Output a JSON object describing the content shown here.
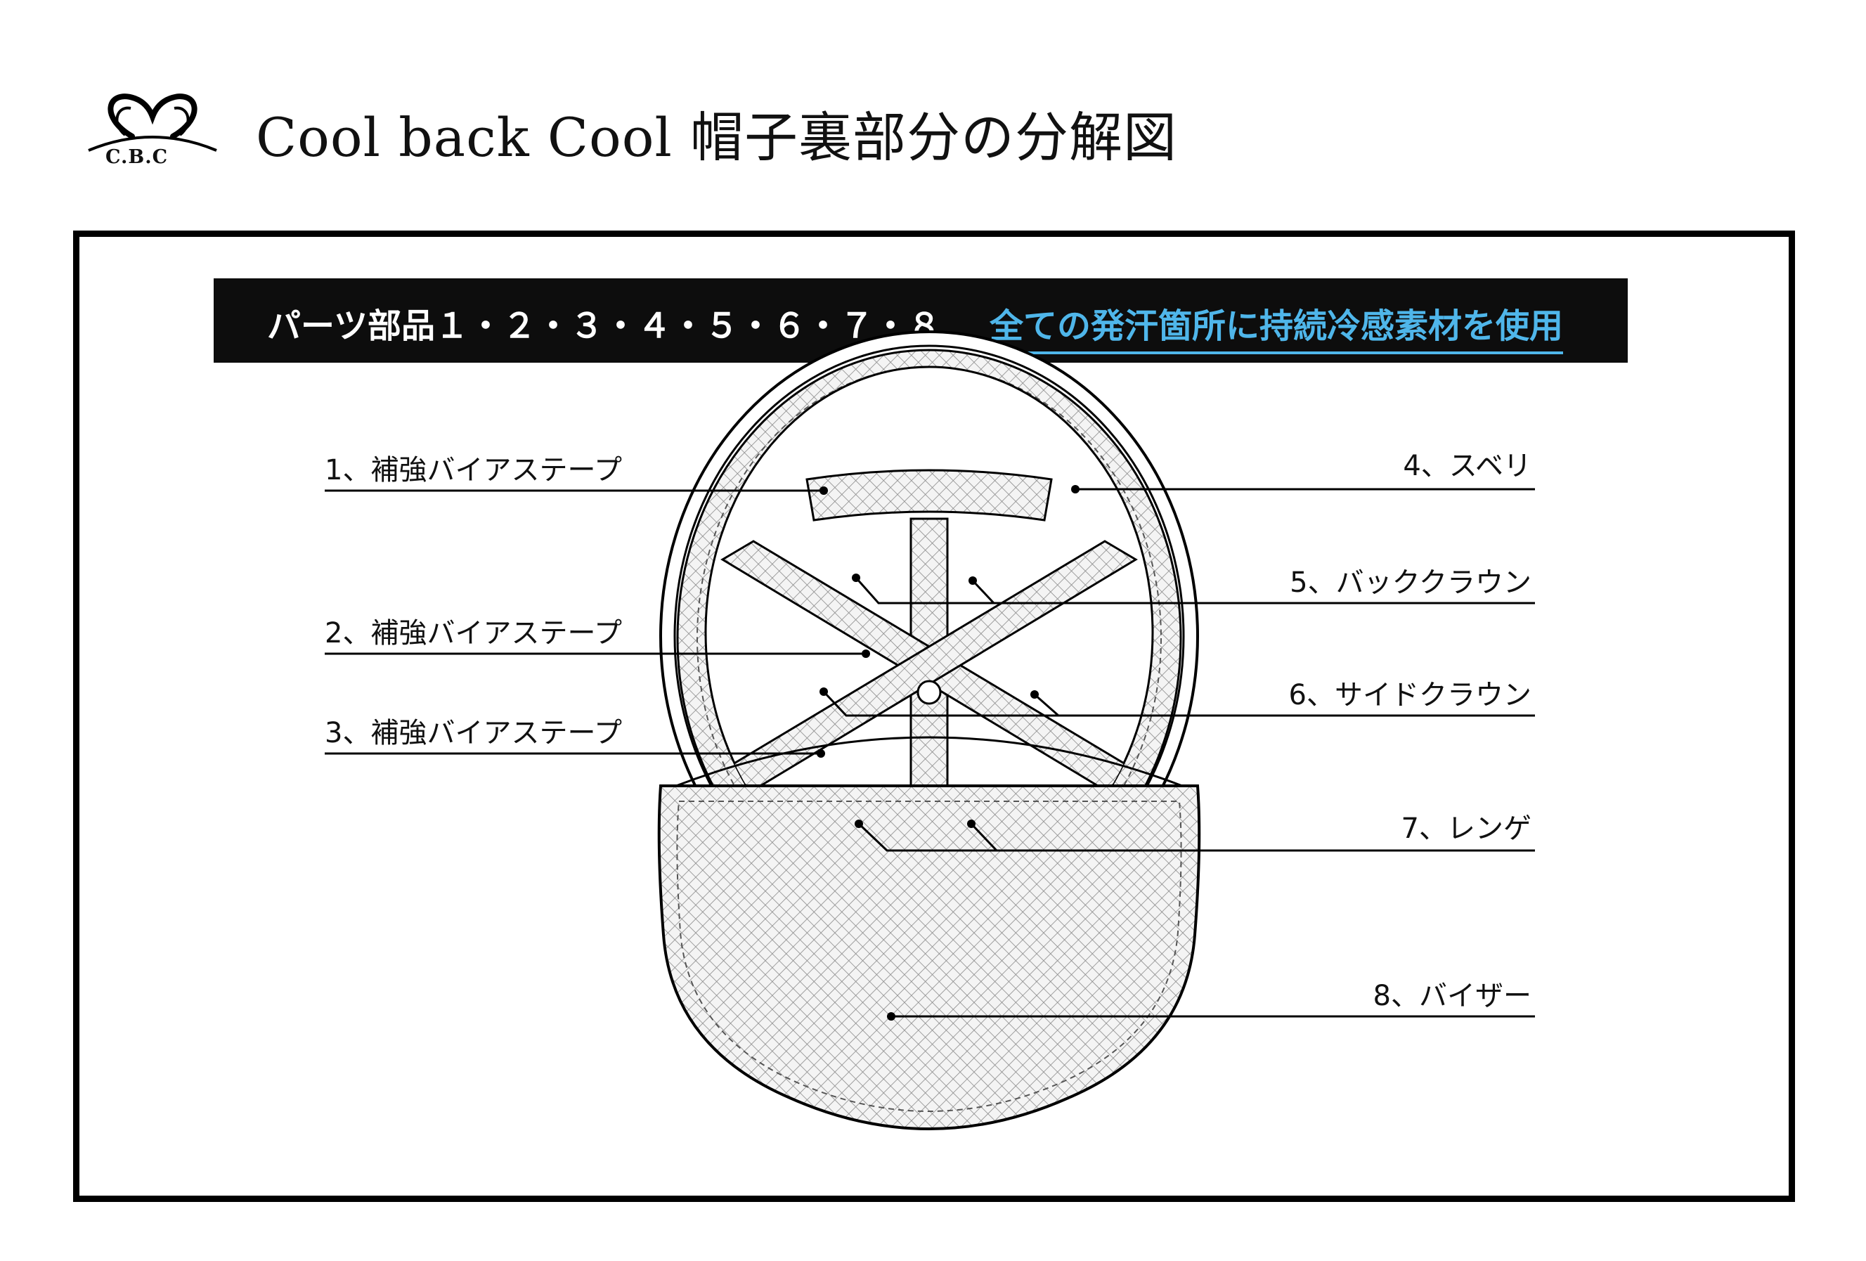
{
  "header": {
    "logo_text": "C.B.C",
    "title": "Cool back Cool 帽子裏部分の分解図"
  },
  "banner": {
    "parts": "パーツ部品１・２・３・４・５・６・７・８",
    "note": "全ての発汗箇所に持続冷感素材を使用",
    "note_color": "#4fb6ea"
  },
  "labels": {
    "left": [
      "1、補強バイアステープ",
      "2、補強バイアステープ",
      "3、補強バイアステープ"
    ],
    "right": [
      "4、スベリ",
      "5、バッククラウン",
      "6、サイドクラウン",
      "7、レンゲ",
      "8、バイザー"
    ]
  }
}
